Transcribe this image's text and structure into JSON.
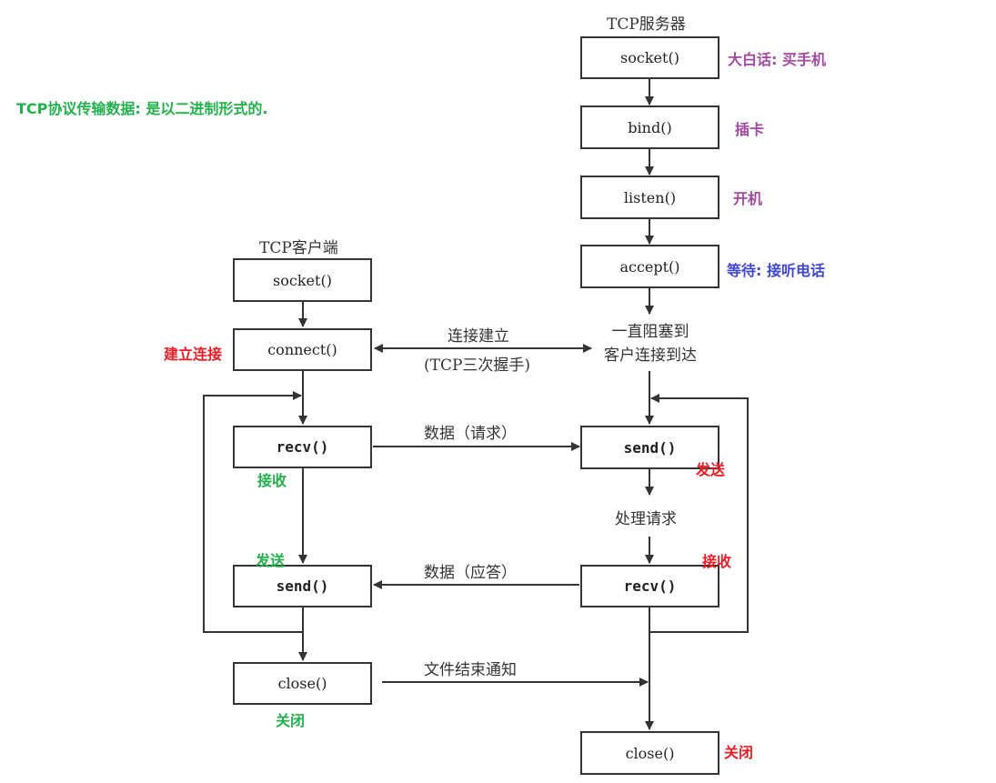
{
  "title_note": "TCP协议传输数据: 是以二进制形式的.",
  "server": {
    "heading": "TCP服务器",
    "socket": "socket()",
    "bind": "bind()",
    "listen": "listen()",
    "accept": "accept()",
    "block_line1": "一直阻塞到",
    "block_line2": "客户连接到达",
    "send": "send()",
    "process": "处理请求",
    "recv": "recv()",
    "close": "close()"
  },
  "client": {
    "heading": "TCP客户端",
    "socket": "socket()",
    "connect": "connect()",
    "recv": "recv()",
    "send": "send()",
    "close": "close()"
  },
  "edges": {
    "connect_line1": "连接建立",
    "connect_line2": "(TCP三次握手)",
    "request": "数据（请求）",
    "response": "数据（应答）",
    "eof": "文件结束通知"
  },
  "annotations": {
    "buy_phone": "大白话: 买手机",
    "insert_card": "插卡",
    "power_on": "开机",
    "wait_call": "等待: 接听电话",
    "establish": "建立连接",
    "client_recv": "接收",
    "client_send": "发送",
    "client_close": "关闭",
    "server_send": "发送",
    "server_recv": "接收",
    "server_close": "关闭"
  },
  "colors": {
    "green": "#22b14c",
    "purple": "#a349a4",
    "blue": "#3f48cc",
    "red": "#ed1c24",
    "line": "#333333"
  }
}
